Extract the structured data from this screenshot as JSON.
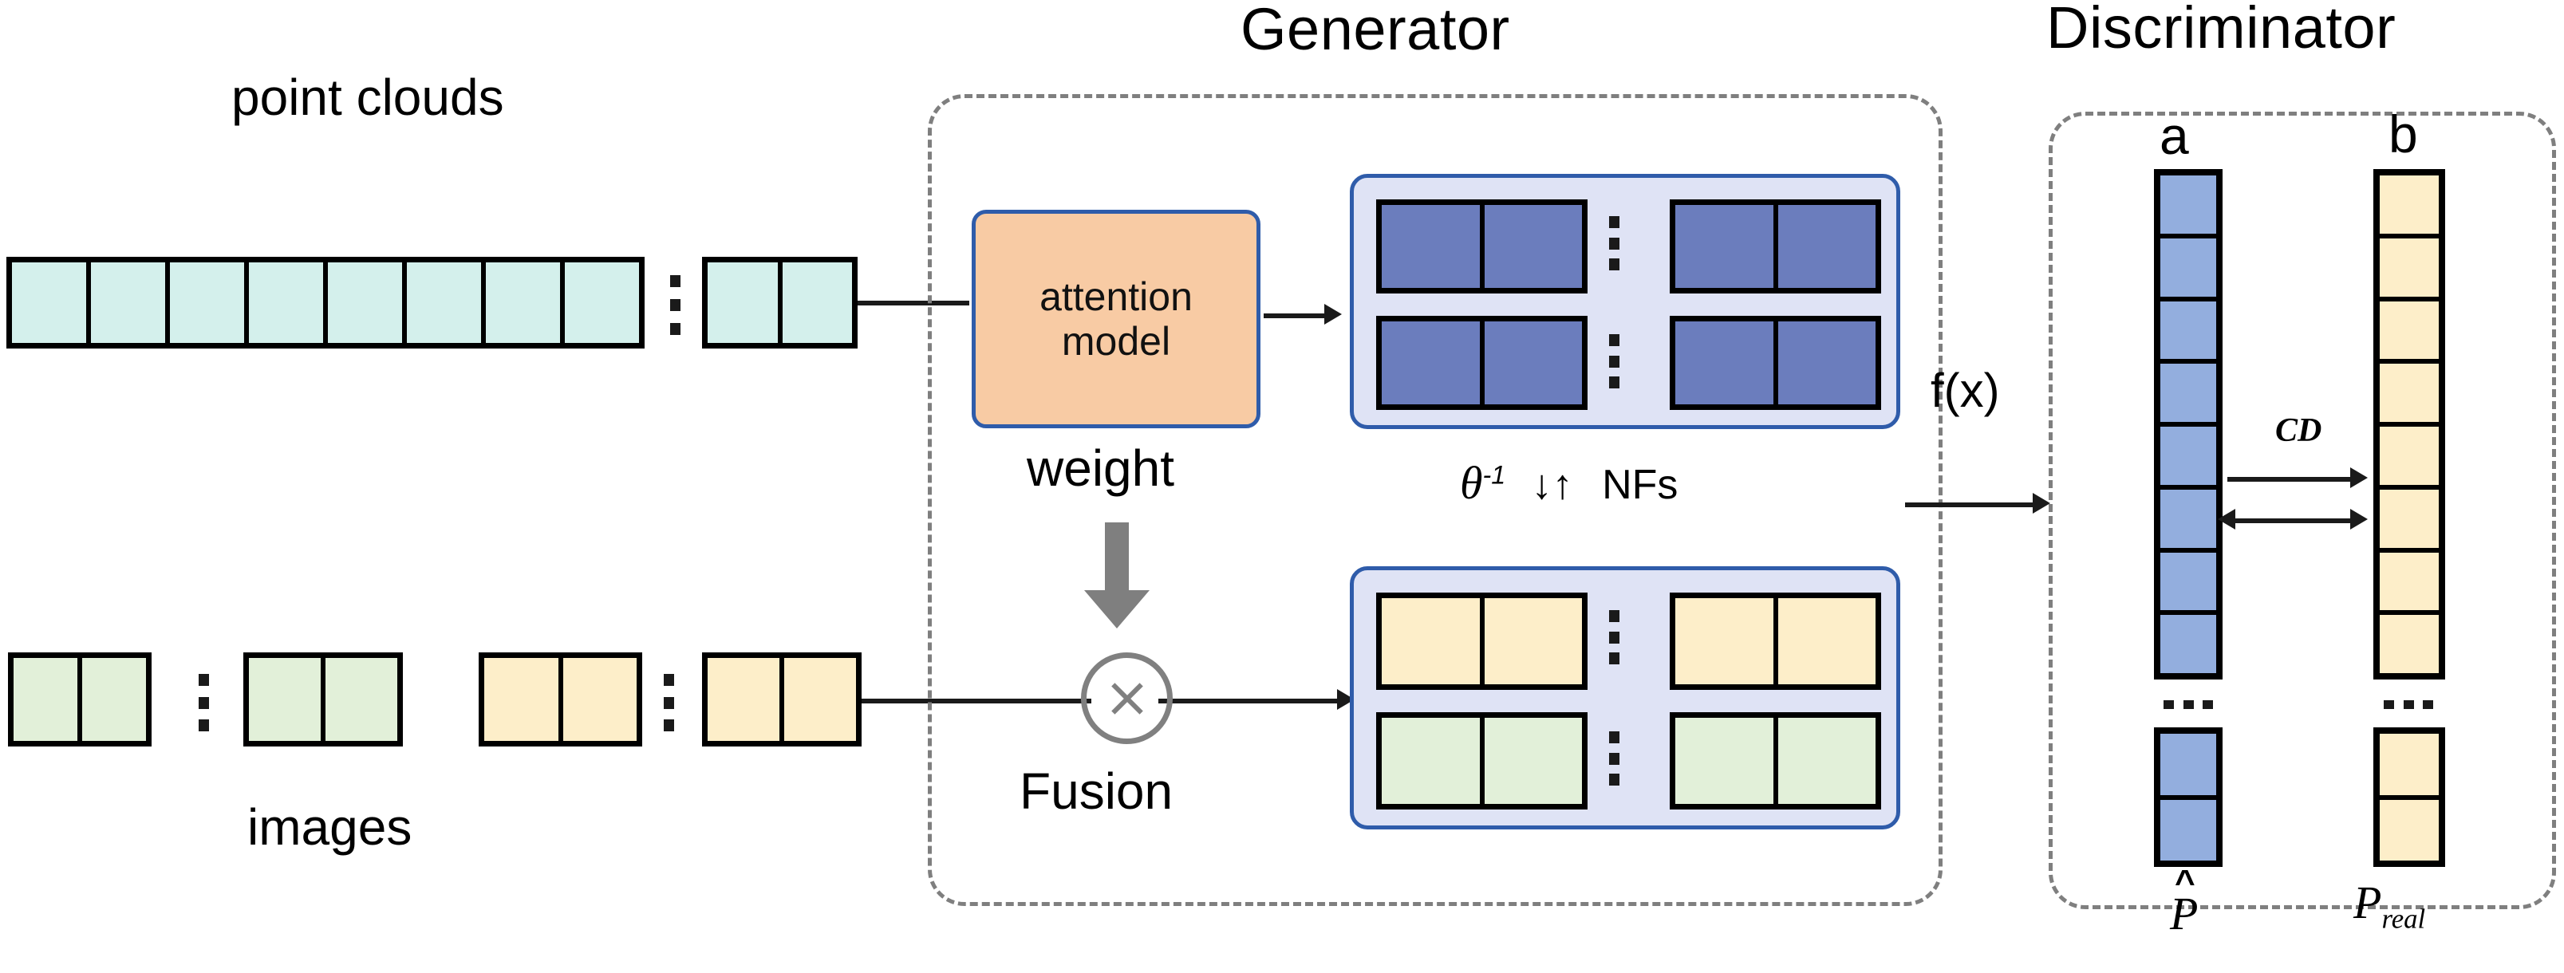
{
  "figure": {
    "type": "architecture-diagram",
    "headings": {
      "generator": "Generator",
      "discriminator": "Discriminator"
    },
    "inputs": {
      "point_clouds_label": "point clouds",
      "images_label": "images",
      "point_clouds_left_cells": 8,
      "point_clouds_right_cells": 2,
      "images_green_left_cells": 2,
      "images_green_right_cells": 2,
      "images_yellow_left_cells": 2,
      "images_yellow_right_cells": 2,
      "ellipsis": "⋮"
    },
    "generator": {
      "attention_line1": "attention",
      "attention_line2": "model",
      "weight_label": "weight",
      "fusion_label": "Fusion",
      "fusion_operator": "⊗",
      "nf_caption_theta": "θ",
      "nf_caption_exponent": "-1",
      "nf_caption_arrows": "↓↑",
      "nf_caption_name": "NFs",
      "top_block": {
        "row1_cells": 2,
        "row2_cells": 2,
        "group_left_cells": 2,
        "group_right_cells": 2
      },
      "bottom_block": {
        "row1_cells": 2,
        "row2_cells": 2
      }
    },
    "bridge": {
      "fx_label": "f(x)"
    },
    "discriminator": {
      "column_a_label": "a",
      "column_b_label": "b",
      "cd_label": "CD",
      "p_hat_caret": "^",
      "p_hat_label": "P",
      "p_real_label": "P",
      "p_real_sub": "real",
      "column_a_top_cells": 8,
      "column_a_bottom_cells": 2,
      "column_b_top_cells": 8,
      "column_b_bottom_cells": 2,
      "ellipsis": "..."
    },
    "colors": {
      "point_cloud_cyan": "#d4f0ec",
      "image_green": "#e2f0d9",
      "image_yellow": "#fdeec9",
      "nf_dark_blue": "#6b7dbd",
      "nf_panel_bg": "#dfe3f5",
      "attention_peach": "#f8cba4",
      "panel_border_blue": "#2f5caa",
      "discriminator_blue": "#93aede",
      "discriminator_yellow": "#fdeec9",
      "dashed_grey": "#7f7f7f",
      "line_black": "#1a1a1a",
      "fusion_grey": "#808080"
    }
  }
}
